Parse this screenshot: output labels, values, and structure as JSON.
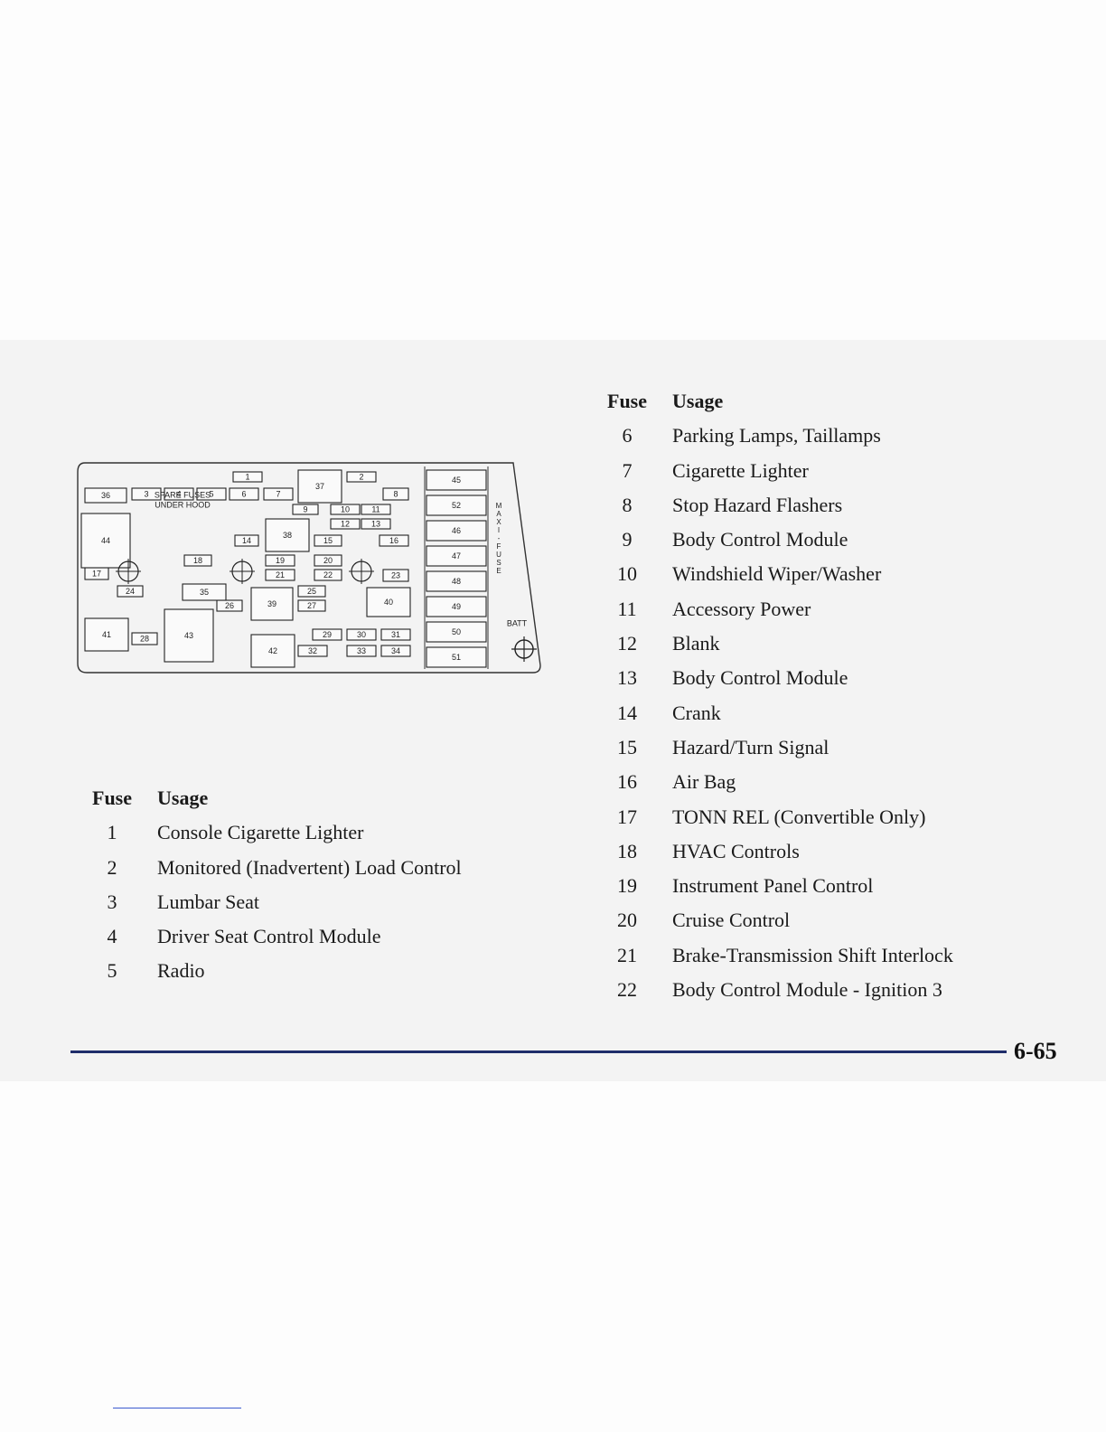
{
  "diagram": {
    "spare_fuses_line1": "SPARE FUSES",
    "spare_fuses_line2": "UNDER HOOD",
    "maxi_fuse_label": "MAXI-FUSE",
    "batt_label": "BATT",
    "fuse_numbers": [
      "1",
      "2",
      "3",
      "4",
      "5",
      "6",
      "7",
      "8",
      "9",
      "10",
      "11",
      "12",
      "13",
      "14",
      "15",
      "16",
      "17",
      "18",
      "19",
      "20",
      "21",
      "22",
      "23",
      "24",
      "25",
      "26",
      "27",
      "28",
      "29",
      "30",
      "31",
      "32",
      "33",
      "34",
      "35",
      "36",
      "37",
      "38",
      "39",
      "40",
      "41",
      "42",
      "43",
      "44",
      "45",
      "46",
      "47",
      "48",
      "49",
      "50",
      "51",
      "52"
    ]
  },
  "left_table": {
    "header_fuse": "Fuse",
    "header_usage": "Usage",
    "rows": [
      {
        "fuse": "1",
        "usage": "Console Cigarette Lighter"
      },
      {
        "fuse": "2",
        "usage": "Monitored (Inadvertent) Load Control"
      },
      {
        "fuse": "3",
        "usage": "Lumbar Seat"
      },
      {
        "fuse": "4",
        "usage": "Driver Seat Control Module"
      },
      {
        "fuse": "5",
        "usage": "Radio"
      }
    ]
  },
  "right_table": {
    "header_fuse": "Fuse",
    "header_usage": "Usage",
    "rows": [
      {
        "fuse": "6",
        "usage": "Parking Lamps, Taillamps"
      },
      {
        "fuse": "7",
        "usage": "Cigarette Lighter"
      },
      {
        "fuse": "8",
        "usage": "Stop Hazard Flashers"
      },
      {
        "fuse": "9",
        "usage": "Body Control Module"
      },
      {
        "fuse": "10",
        "usage": "Windshield Wiper/Washer"
      },
      {
        "fuse": "11",
        "usage": "Accessory Power"
      },
      {
        "fuse": "12",
        "usage": "Blank"
      },
      {
        "fuse": "13",
        "usage": "Body Control Module"
      },
      {
        "fuse": "14",
        "usage": "Crank"
      },
      {
        "fuse": "15",
        "usage": "Hazard/Turn Signal"
      },
      {
        "fuse": "16",
        "usage": "Air Bag"
      },
      {
        "fuse": "17",
        "usage": "TONN REL (Convertible Only)"
      },
      {
        "fuse": "18",
        "usage": "HVAC Controls"
      },
      {
        "fuse": "19",
        "usage": "Instrument Panel Control"
      },
      {
        "fuse": "20",
        "usage": "Cruise Control"
      },
      {
        "fuse": "21",
        "usage": "Brake-Transmission Shift Interlock"
      },
      {
        "fuse": "22",
        "usage": "Body Control Module - Ignition 3"
      }
    ]
  },
  "footer": {
    "page_number": "6-65"
  }
}
